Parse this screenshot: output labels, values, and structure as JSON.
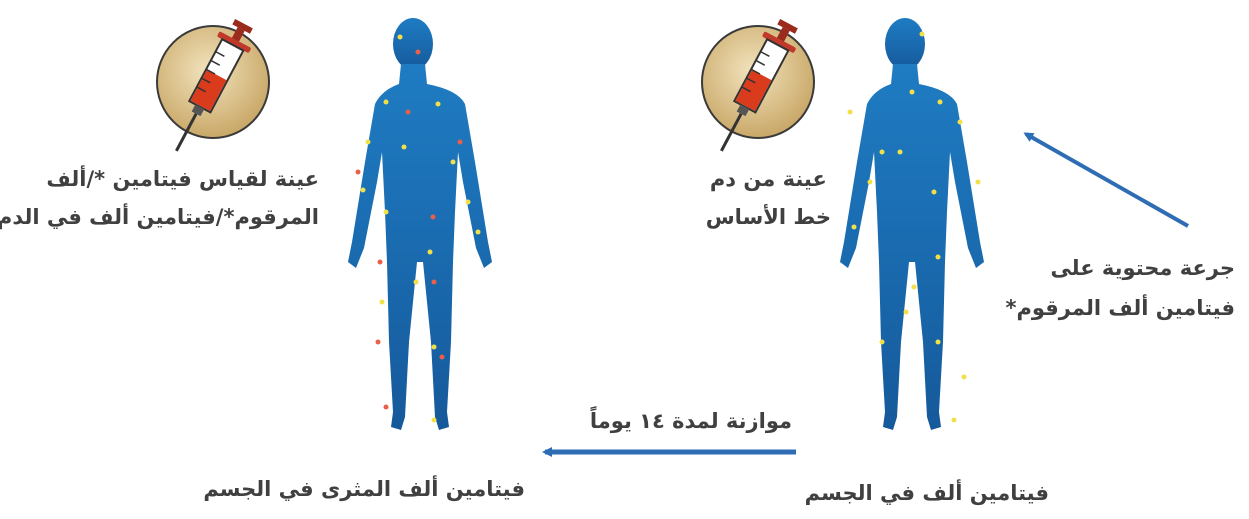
{
  "labels": {
    "baseline_sample_line1": "عينة من دم",
    "baseline_sample_line2": "خط الأساس",
    "dose_line1": "جرعة محتوية على",
    "dose_line2": "فيتامين ألف المرقوم*",
    "body_vitamin_a": "فيتامين ألف في الجسم",
    "equilibration": "موازنة لمدة ١٤ يوماً",
    "measure_sample_line1": "عينة لقياس فيتامين */ألف",
    "measure_sample_line2": "المرقوم*/فيتامين ألف في الدم",
    "body_vitamin_a_labeled": "فيتامين ألف المثرى في الجسم"
  },
  "colors": {
    "body_blue": "#1a6fb5",
    "arrow_blue": "#2e6db3",
    "dot_yellow": "#f2e04a",
    "dot_red": "#e8604c",
    "disc_tan": "#d8c08a",
    "syringe_fill": "#d93b1c"
  },
  "icons": {
    "syringe": "syringe-icon",
    "human": "human-body-figure",
    "arrow": "arrow-icon"
  }
}
